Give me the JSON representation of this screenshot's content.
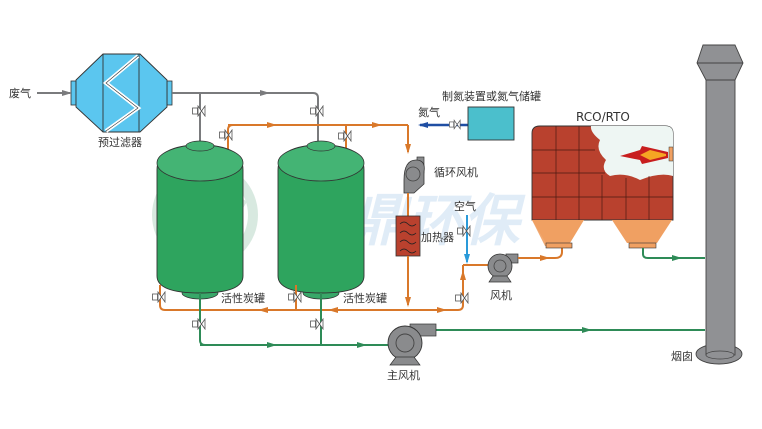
{
  "labels": {
    "waste_gas": "废气",
    "pre_filter": "预过滤器",
    "nitrogen_device": "制氮装置或氮气储罐",
    "nitrogen": "氮气",
    "circ_fan": "循环风机",
    "air": "空气",
    "heater": "加热器",
    "rco_rto": "RCO/RTO",
    "carbon_tank_1": "活性炭罐",
    "carbon_tank_2": "活性炭罐",
    "fan": "风机",
    "main_fan": "主风机",
    "chimney": "烟囱",
    "watermark": "恒鼎环保"
  },
  "colors": {
    "gray_pipe": "#8a8b8d",
    "orange_pipe": "#d9782a",
    "green_pipe": "#2e8b57",
    "blue_pipe": "#1f4ea3",
    "air_pipe": "#2a9ad9",
    "tank_green": "#2ea45e",
    "filter_blue": "#5bc6ef",
    "nitrogen_box": "#4bbfcc",
    "brick": "#b9412e",
    "hopper": "#f0a062",
    "chimney": "#909194"
  }
}
